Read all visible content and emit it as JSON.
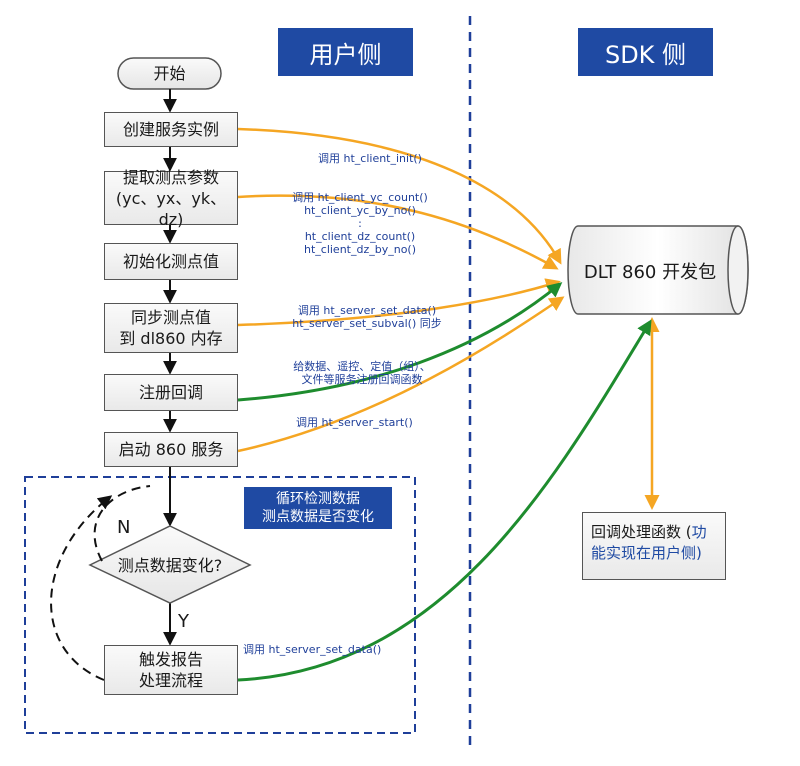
{
  "headers": {
    "user_side": "用户侧",
    "sdk_side": "SDK 侧"
  },
  "flow": {
    "start": "开始",
    "create_instance": "创建服务实例",
    "get_params_line1": "提取测点参数",
    "get_params_line2": "(yc、yx、yk、dz)",
    "init_values": "初始化测点值",
    "sync_line1": "同步测点值",
    "sync_line2": "到 dl860 内存",
    "register_callback": "注册回调",
    "start_service": "启动 860 服务",
    "decision": "测点数据变化?",
    "trigger_line1": "触发报告",
    "trigger_line2": "处理流程",
    "no_label": "N",
    "yes_label": "Y"
  },
  "loop_note": {
    "line1": "循环检测数据",
    "line2": "测点数据是否变化"
  },
  "annotations": {
    "init": "调用 ht_client_init()",
    "count_line1": "调用 ht_client_yc_count()",
    "count_line2": "ht_client_yc_by_no()",
    "count_line3": ":",
    "count_line4": "ht_client_dz_count()",
    "count_line5": "ht_client_dz_by_no()",
    "set_line1": "调用 ht_server_set_data()",
    "set_line2": "ht_server_set_subval() 同步",
    "register_line1": "给数据、遥控、定值（组）、",
    "register_line2": "文件等服务注册回调函数",
    "start": "调用 ht_server_start()",
    "report": "调用 ht_server_set_data()"
  },
  "sdk": {
    "package": "DLT 860 开发包",
    "callback_part1": "回调处理函数 (",
    "callback_part2": "功",
    "callback_part3": "能实现在用户侧)"
  },
  "colors": {
    "header_bg": "#1f4aa3",
    "orange": "#f5a623",
    "green": "#1e8c2e",
    "divider": "#1f3f99"
  }
}
